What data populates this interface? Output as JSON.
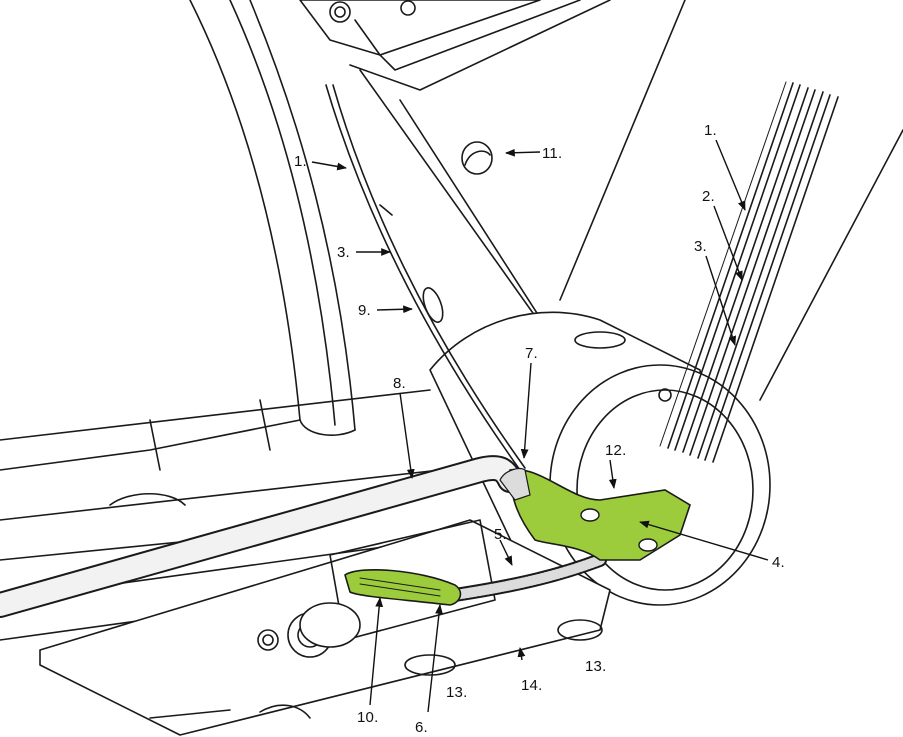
{
  "accent_color": "#9ccc3c",
  "callouts": [
    {
      "id": "c1a",
      "text": "1."
    },
    {
      "id": "c11",
      "text": "11."
    },
    {
      "id": "c3a",
      "text": "3."
    },
    {
      "id": "c9",
      "text": "9."
    },
    {
      "id": "c1b",
      "text": "1."
    },
    {
      "id": "c2",
      "text": "2."
    },
    {
      "id": "c3b",
      "text": "3."
    },
    {
      "id": "c8",
      "text": "8."
    },
    {
      "id": "c7",
      "text": "7."
    },
    {
      "id": "c12",
      "text": "12."
    },
    {
      "id": "c4",
      "text": "4."
    },
    {
      "id": "c5",
      "text": "5."
    },
    {
      "id": "c10",
      "text": "10."
    },
    {
      "id": "c6",
      "text": "6."
    },
    {
      "id": "c13a",
      "text": "13."
    },
    {
      "id": "c14",
      "text": "14."
    },
    {
      "id": "c13b",
      "text": "13."
    }
  ]
}
